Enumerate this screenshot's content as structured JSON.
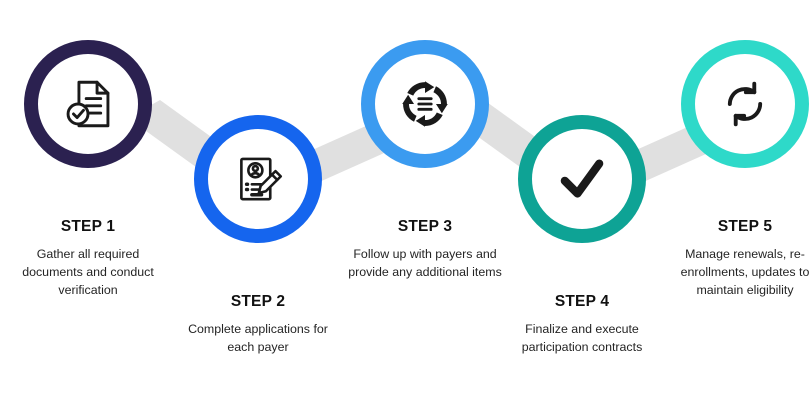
{
  "diagram": {
    "type": "process-flow",
    "orientation": "horizontal-zigzag",
    "background_color": "#ffffff",
    "connector_color": "#e0e0e0",
    "step_count": 5,
    "steps": [
      {
        "id": "step-1",
        "title": "STEP 1",
        "description": "Gather all required documents and conduct verification",
        "description_lines": [
          "Gather all required",
          "documents and",
          "conduct verification"
        ],
        "ring_color": "#2b2150",
        "icon": "document-check-icon",
        "position": "raised"
      },
      {
        "id": "step-2",
        "title": "STEP 2",
        "description": "Complete applications for each payer",
        "description_lines": [
          "Complete applications",
          "for each payer"
        ],
        "ring_color": "#1565ee",
        "icon": "application-form-pencil-icon",
        "position": "lowered"
      },
      {
        "id": "step-3",
        "title": "STEP 3",
        "description": "Follow up with payers and provide any additional items",
        "description_lines": [
          "Follow up with payers",
          "and provide any",
          "additional items"
        ],
        "ring_color": "#3b9bf0",
        "icon": "cycle-arrows-list-icon",
        "position": "raised"
      },
      {
        "id": "step-4",
        "title": "STEP 4",
        "description": "Finalize and execute participation contracts",
        "description_lines": [
          "Finalize and execute",
          "participation contracts"
        ],
        "ring_color": "#0ea395",
        "icon": "checkmark-icon",
        "position": "lowered"
      },
      {
        "id": "step-5",
        "title": "STEP 5",
        "description": "Manage renewals, re-enrollments, updates to maintain eligibility",
        "description_lines": [
          "Manage renewals,",
          "re-enrollments,",
          "updates to maintain",
          "eligibility"
        ],
        "ring_color": "#2ed9c9",
        "icon": "refresh-renewal-icon",
        "position": "raised"
      }
    ]
  }
}
